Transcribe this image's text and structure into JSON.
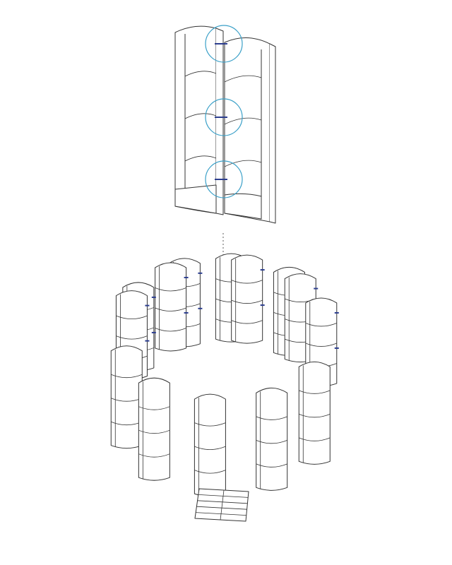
{
  "colors": {
    "line": "#333333",
    "callout": "#3aa0c8",
    "connector": "#2c3e8f",
    "arrow": "#777777",
    "background": "#ffffff"
  },
  "top_panel": {
    "modules": 2,
    "tiers": 4,
    "connectors": 3
  },
  "ring": {
    "modules": 14,
    "tiers": 4,
    "opening": "front"
  },
  "arrow": {
    "style": "dotted",
    "direction": "down"
  },
  "base_plate": {
    "rows": 5,
    "columns": 2
  }
}
